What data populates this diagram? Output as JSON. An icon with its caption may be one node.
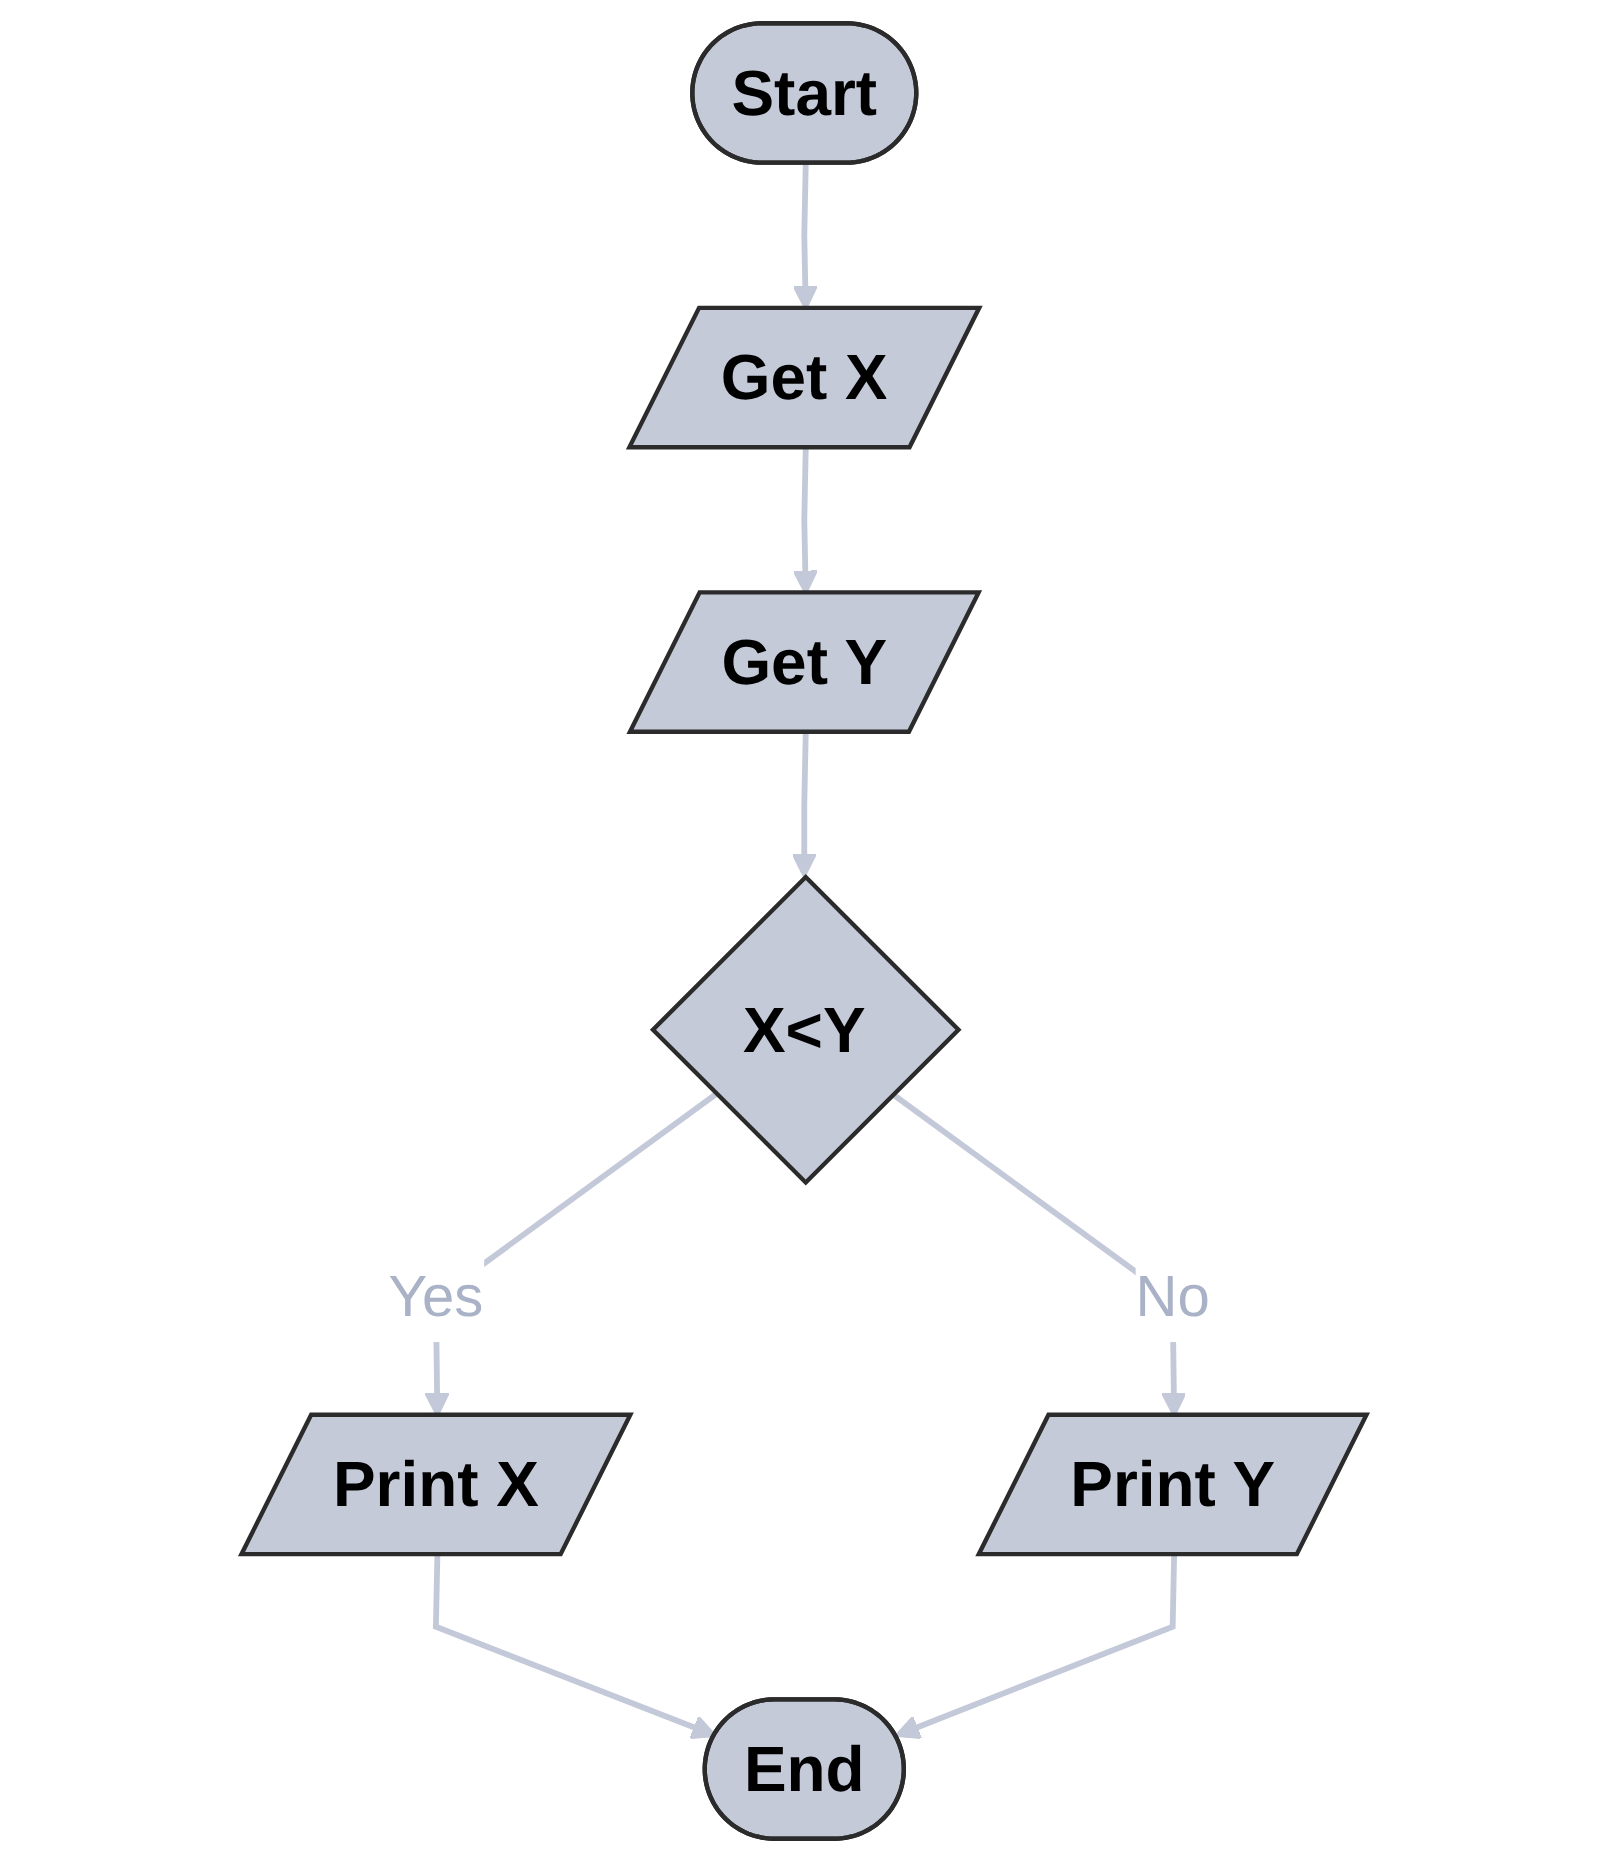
{
  "diagram": {
    "nodes": [
      {
        "text": [
          "Start"
        ]
      },
      {
        "text": [
          "Get X"
        ]
      },
      {
        "text": [
          "Get Y"
        ]
      },
      {
        "text": [
          "X<Y"
        ]
      },
      {
        "text": [
          "Print X"
        ]
      },
      {
        "text": [
          "Print Y"
        ]
      },
      {
        "text": [
          "End"
        ]
      }
    ],
    "edges": [
      {
        "from": 0,
        "to": 1,
        "arrow": "to"
      },
      {
        "from": 1,
        "to": 2,
        "arrow": "to"
      },
      {
        "from": 2,
        "to": 3,
        "arrow": "to"
      },
      {
        "from": 3,
        "to": 4,
        "arrow": "to",
        "label": "Yes"
      },
      {
        "from": 3,
        "to": 5,
        "arrow": "to",
        "label": "No"
      },
      {
        "from": 4,
        "to": 6,
        "arrow": "to"
      },
      {
        "from": 5,
        "to": 6,
        "arrow": "to"
      }
    ]
  }
}
